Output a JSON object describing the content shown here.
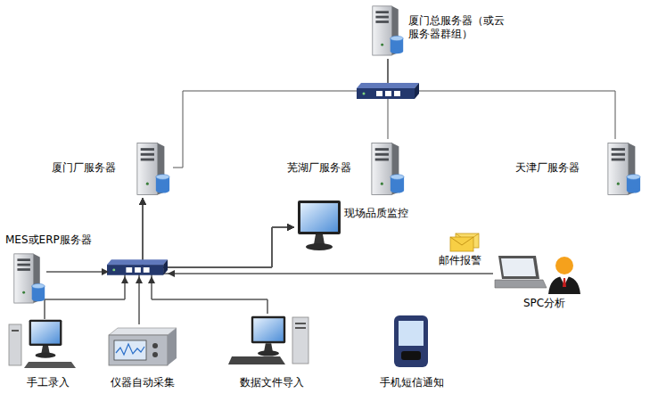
{
  "diagram": {
    "nodes": [
      {
        "text": [
          "厦门总服务器（或云服务器群组）"
        ]
      },
      {
        "text": [
          "厦门厂服务器"
        ]
      },
      {
        "text": [
          "芜湖厂服务器"
        ]
      },
      {
        "text": [
          "天津厂服务器"
        ]
      },
      {
        "text": [
          "现场品质监控"
        ]
      },
      {
        "text": [
          "MES或ERP服务器"
        ]
      },
      {
        "text": [
          "邮件报警"
        ]
      },
      {
        "text": [
          "SPC分析"
        ]
      },
      {
        "text": [
          "手工录入"
        ]
      },
      {
        "text": [
          "仪器自动采集"
        ]
      },
      {
        "text": [
          "数据文件导入"
        ]
      },
      {
        "text": [
          "手机短信通知"
        ]
      }
    ],
    "edges": [
      {
        "from": 1,
        "to": 0,
        "arrow": "none"
      },
      {
        "from": 2,
        "to": 0,
        "arrow": "none"
      },
      {
        "from": 3,
        "to": 0,
        "arrow": "none"
      },
      {
        "from": 5,
        "to": 1,
        "arrow": "to"
      },
      {
        "from": 5,
        "to": 4,
        "arrow": "to"
      },
      {
        "from": 8,
        "to": 1,
        "arrow": "to"
      },
      {
        "from": 8,
        "to": 4,
        "arrow": "to"
      },
      {
        "from": 9,
        "to": 1,
        "arrow": "to"
      },
      {
        "from": 9,
        "to": 4,
        "arrow": "to"
      },
      {
        "from": 10,
        "to": 1,
        "arrow": "to"
      },
      {
        "from": 10,
        "to": 4,
        "arrow": "to"
      },
      {
        "from": 7,
        "to": 1,
        "arrow": "to"
      },
      {
        "from": 7,
        "to": 4,
        "arrow": "to"
      }
    ]
  }
}
